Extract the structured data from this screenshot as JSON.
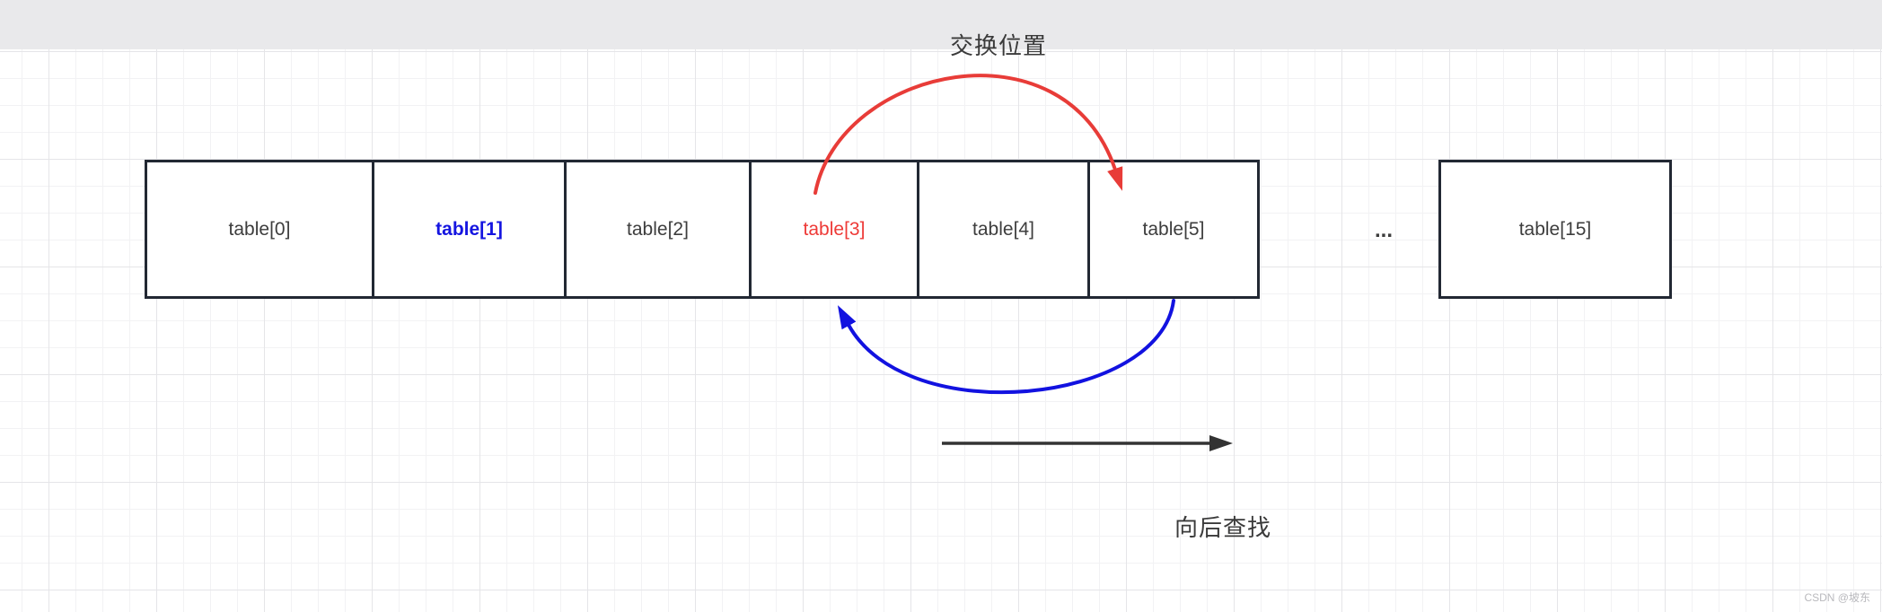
{
  "header": {
    "title": "交换位置"
  },
  "array": {
    "boxes": [
      {
        "label": "table[0]",
        "emphasis": "none"
      },
      {
        "label": "table[1]",
        "emphasis": "blue"
      },
      {
        "label": "table[2]",
        "emphasis": "none"
      },
      {
        "label": "table[3]",
        "emphasis": "red"
      },
      {
        "label": "table[4]",
        "emphasis": "none"
      },
      {
        "label": "table[5]",
        "emphasis": "none"
      }
    ],
    "ellipsis": "...",
    "last_box": {
      "label": "table[15]"
    }
  },
  "arrows": {
    "swap_forward": "red-curved-arrow-from-table3-to-table5",
    "swap_backward": "blue-curved-arrow-from-table5-to-table3",
    "search_direction": "black-right-arrow"
  },
  "caption": {
    "search_direction": "向后查找"
  },
  "watermark": "CSDN @坡东",
  "colors": {
    "swap_red": "#e83c38",
    "swap_blue": "#1212e0",
    "arrow_black": "#333333",
    "box_border": "#222833",
    "text_dark": "#3d3d3d",
    "text_blue": "#1515e0",
    "text_red": "#ee3a37",
    "topbar_gray": "#e9e9eb"
  }
}
